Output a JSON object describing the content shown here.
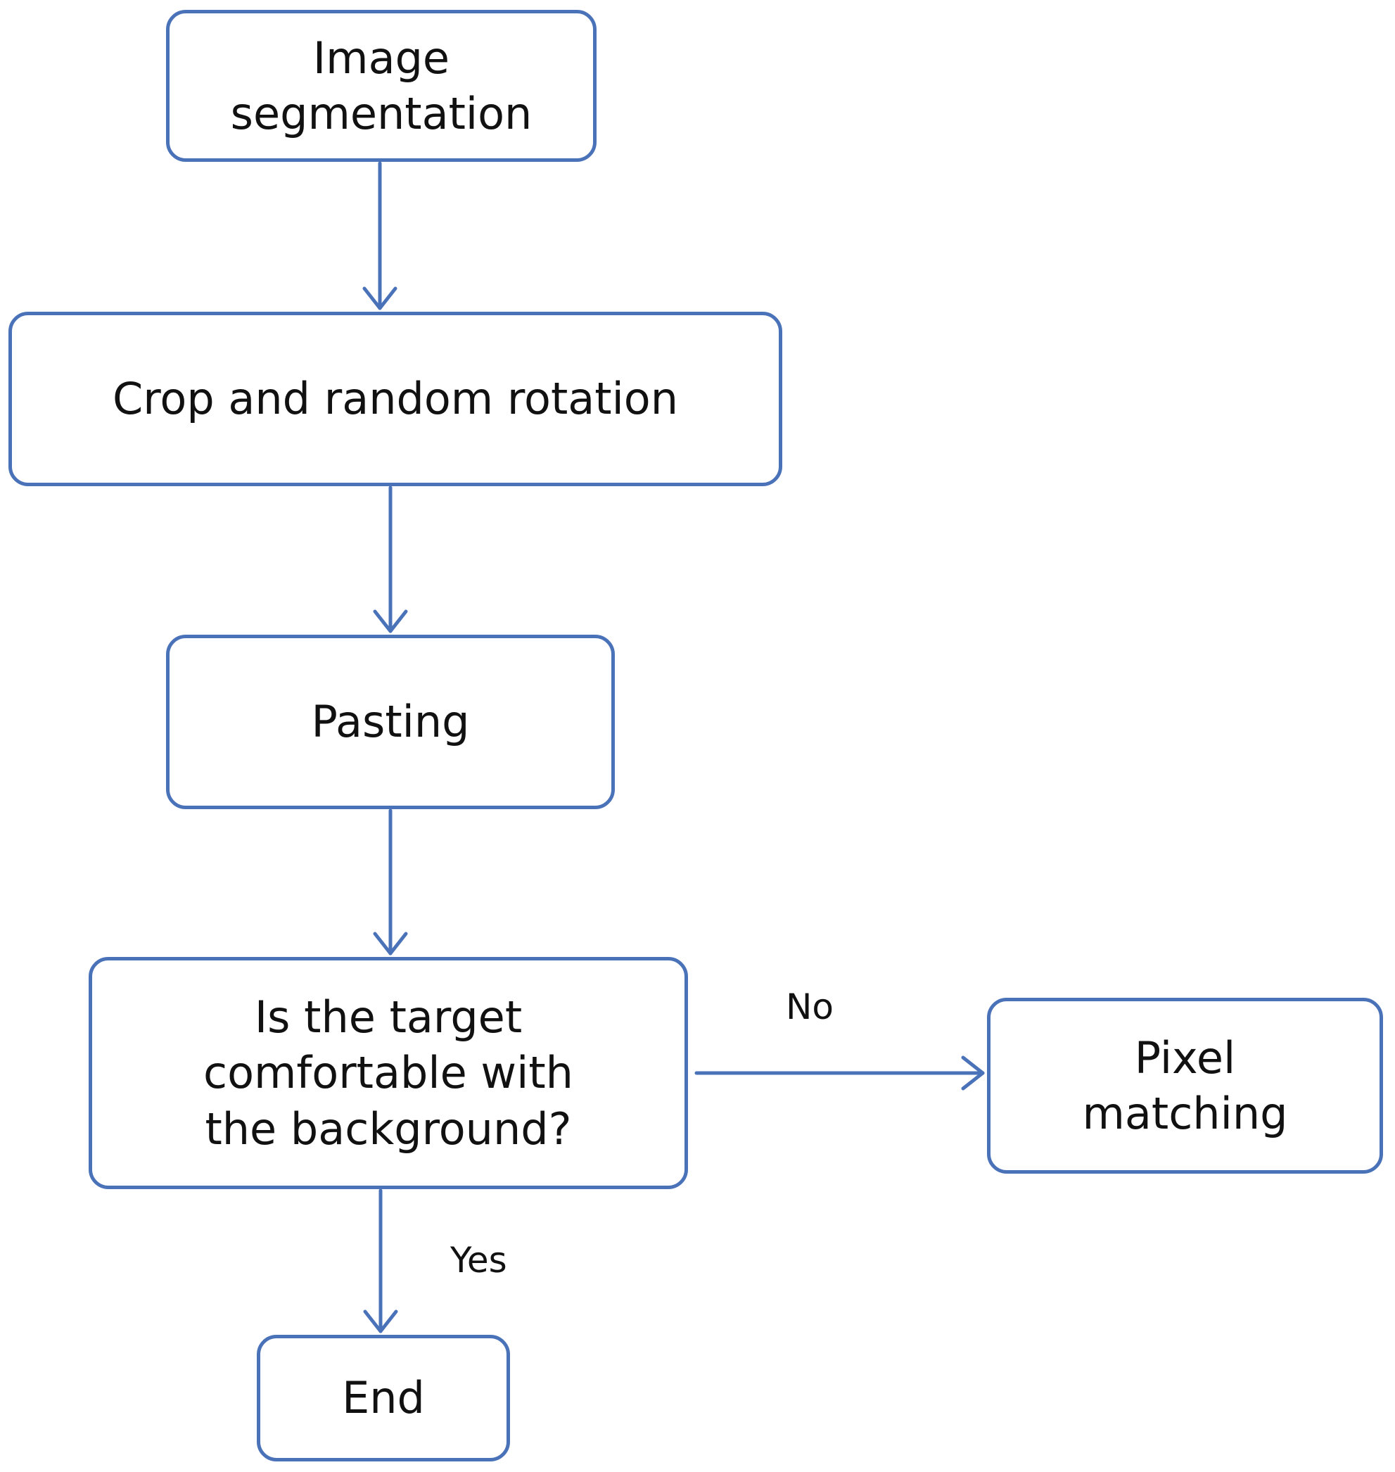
{
  "colors": {
    "stroke": "#4a72b8",
    "text": "#111111",
    "background": "#ffffff"
  },
  "nodes": {
    "segmentation": {
      "lines": [
        "Image",
        "segmentation"
      ]
    },
    "crop": {
      "text": "Crop and random rotation"
    },
    "pasting": {
      "text": "Pasting"
    },
    "decision": {
      "lines": [
        "Is the target",
        "comfortable with",
        "the background?"
      ]
    },
    "pixel": {
      "lines": [
        "Pixel",
        "matching"
      ]
    },
    "end": {
      "text": "End"
    }
  },
  "edges": {
    "no_label": "No",
    "yes_label": "Yes"
  }
}
